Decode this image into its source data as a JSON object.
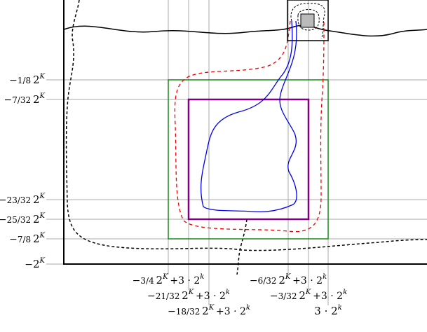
{
  "colors": {
    "axis": "#000000",
    "grid": "#aaaaaa",
    "green": "#1a8a1a",
    "purple": "#800080",
    "blue": "#0000ee",
    "red": "#ee0000",
    "gray_square": "#bbbbbb"
  },
  "y_labels": [
    {
      "sign": "−",
      "num": "1",
      "den": "8",
      "base": "2",
      "exp": "K"
    },
    {
      "sign": "−",
      "num": "7",
      "den": "32",
      "base": "2",
      "exp": "K"
    },
    {
      "sign": "−",
      "num": "23",
      "den": "32",
      "base": "2",
      "exp": "K"
    },
    {
      "sign": "−",
      "num": "25",
      "den": "32",
      "base": "2",
      "exp": "K"
    },
    {
      "sign": "−",
      "num": "7",
      "den": "8",
      "base": "2",
      "exp": "K"
    },
    {
      "sign": "−",
      "num": "",
      "den": "",
      "base": "2",
      "exp": "K"
    }
  ],
  "x_labels": [
    {
      "sign": "−",
      "num": "3",
      "den": "4",
      "base": "2",
      "exp": "K",
      "shift": "+3 · 2",
      "shift_exp": "k"
    },
    {
      "sign": "−",
      "num": "21",
      "den": "32",
      "base": "2",
      "exp": "K",
      "shift": "+3 · 2",
      "shift_exp": "k"
    },
    {
      "sign": "−",
      "num": "18",
      "den": "32",
      "base": "2",
      "exp": "K",
      "shift": "+3 · 2",
      "shift_exp": "k"
    },
    {
      "sign": "−",
      "num": "6",
      "den": "32",
      "base": "2",
      "exp": "K",
      "shift": "+3 · 2",
      "shift_exp": "k"
    },
    {
      "sign": "−",
      "num": "3",
      "den": "32",
      "base": "2",
      "exp": "K",
      "shift": "+3 · 2",
      "shift_exp": "k"
    },
    {
      "sign": "",
      "num": "",
      "den": "",
      "base": "3 · 2",
      "exp": "k",
      "shift": "",
      "shift_exp": ""
    }
  ]
}
